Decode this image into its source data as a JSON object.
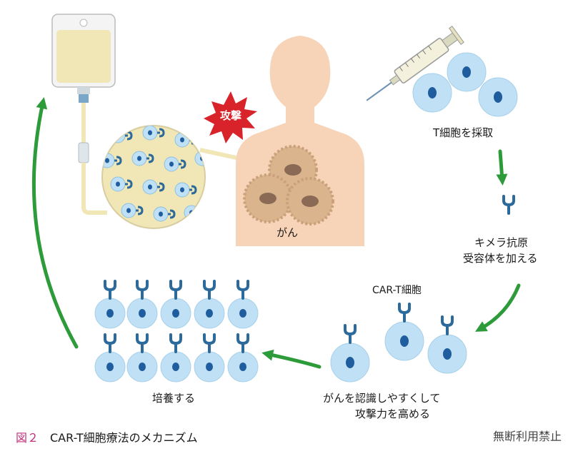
{
  "labels": {
    "attack": "攻撃",
    "cancer": "がん",
    "collect_tcells": "T細胞を採取",
    "add_receptor_1": "キメラ抗原",
    "add_receptor_2": "受容体を加える",
    "car_t": "CAR-T細胞",
    "enhance_1": "がんを認識しやすくして",
    "enhance_2": "攻撃力を高める",
    "culture": "培養する"
  },
  "caption": {
    "figure_no": "図２",
    "title": "CAR-T細胞療法のメカニズム"
  },
  "notice": "無断利用禁止",
  "colors": {
    "arrow_green": "#2e9b3a",
    "cell_fill": "#bfe0f5",
    "nucleus": "#1f5d9e",
    "receptor": "#2b6a9a",
    "skin": "#f7d3b8",
    "tumor": "#d9b48d",
    "burst_red": "#d8232a",
    "iv_bag": "#f0e6b6"
  }
}
